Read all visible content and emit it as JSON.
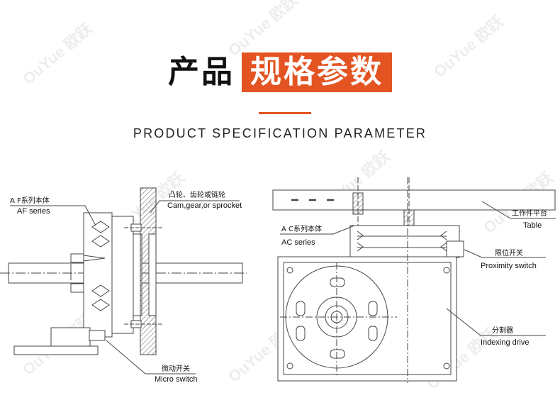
{
  "header": {
    "title_black": "产品",
    "title_highlight": "规格参数",
    "subtitle": "PRODUCT SPECIFICATION PARAMETER"
  },
  "watermark": {
    "text": "OuYue 欧跃"
  },
  "diagram_left": {
    "labels": {
      "af_cn": "A F系列本体",
      "af_en": "AF series",
      "cam_cn": "凸轮、齿轮或链轮",
      "cam_en": "Cam,gear,or sprocket",
      "micro_cn": "微动开关",
      "micro_en": "Micro switch"
    }
  },
  "diagram_right": {
    "labels": {
      "table_cn": "工作件平台",
      "table_en": "Table",
      "ac_cn": "A C系列本体",
      "ac_en": "AC series",
      "prox_cn": "限位开关",
      "prox_en": "Proximity switch",
      "index_cn": "分割器",
      "index_en": "Indexing drive"
    }
  },
  "colors": {
    "accent": "#e35422",
    "line": "#444444"
  }
}
